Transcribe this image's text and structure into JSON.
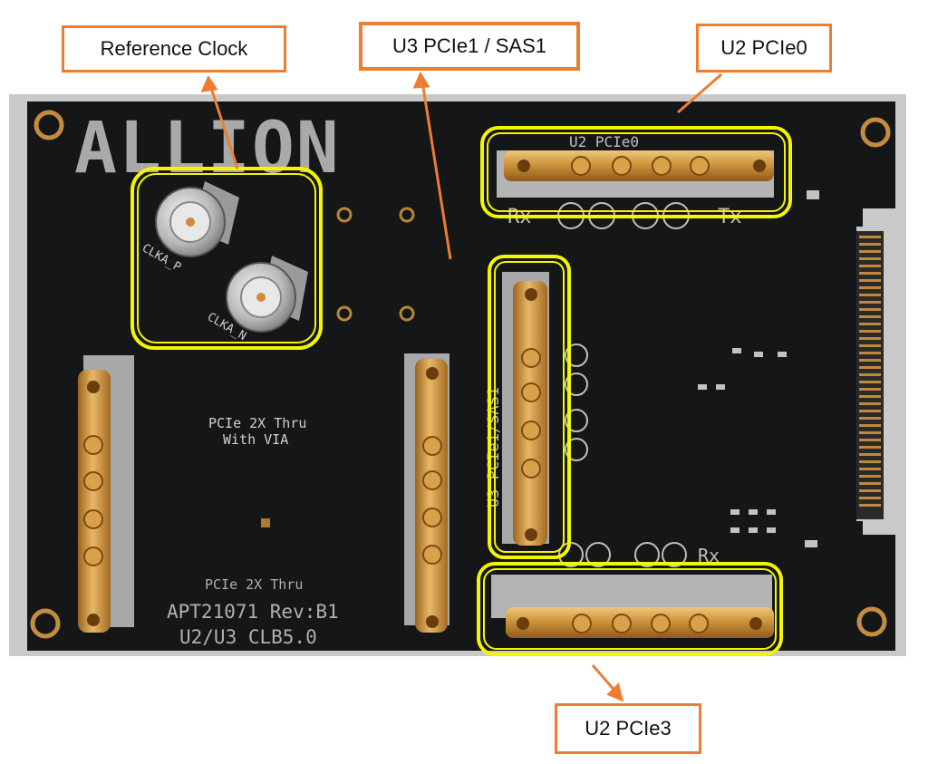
{
  "callouts": {
    "reference_clock": "Reference Clock",
    "u3_pcie1_sas1": "U3 PCIe1 / SAS1",
    "u2_pcie0": "U2 PCIe0",
    "u2_pcie3": "U2 PCIe3"
  },
  "board": {
    "logo": "ALLION",
    "silk_u2_pcie0": "U2 PCIe0",
    "silk_u3_pcie1": "U3 PCIe1/SAS1",
    "silk_clka_p": "CLKA_P",
    "silk_clka_n": "CLKA_N",
    "silk_thru_via_1": "PCIe 2X Thru",
    "silk_thru_via_2": "With VIA",
    "silk_thru": "PCIe 2X Thru",
    "silk_part": "APT21071 Rev:B1",
    "silk_clb": "U2/U3 CLB5.0",
    "silk_rx_top": "Rx",
    "silk_tx_top": "Tx",
    "silk_rx_bottom": "Rx"
  },
  "colors": {
    "callout_border": "#ed7d31",
    "highlight": "#f5f500",
    "pcb": "#141618",
    "gold": "#d8a14a"
  }
}
